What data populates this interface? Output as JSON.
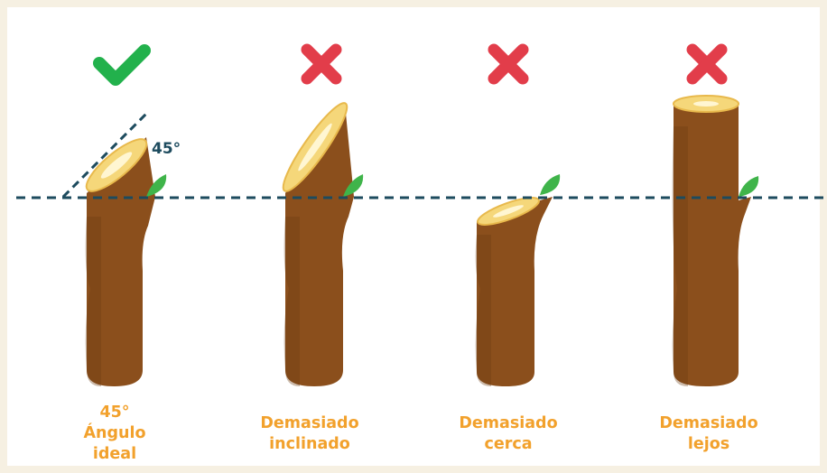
{
  "angle_label": "45°",
  "cuts": [
    {
      "status": "correct",
      "status_icon": "check-icon",
      "caption_lines": [
        "45°",
        "Ángulo",
        "ideal"
      ]
    },
    {
      "status": "wrong",
      "status_icon": "cross-icon",
      "caption_lines": [
        "Demasiado",
        "inclinado"
      ]
    },
    {
      "status": "wrong",
      "status_icon": "cross-icon",
      "caption_lines": [
        "Demasiado",
        "cerca"
      ]
    },
    {
      "status": "wrong",
      "status_icon": "cross-icon",
      "caption_lines": [
        "Demasiado",
        "lejos"
      ]
    }
  ],
  "colors": {
    "background": "#f6f0e2",
    "panel": "#ffffff",
    "bark": "#8b4f1c",
    "bark_dark": "#6d3b12",
    "cut_face": "#f5d77a",
    "cut_face_light": "#fff6d2",
    "bud": "#3fb44a",
    "check": "#22b14c",
    "cross": "#e23d4a",
    "guide_line": "#1d4b5e",
    "caption": "#f2a12c"
  }
}
